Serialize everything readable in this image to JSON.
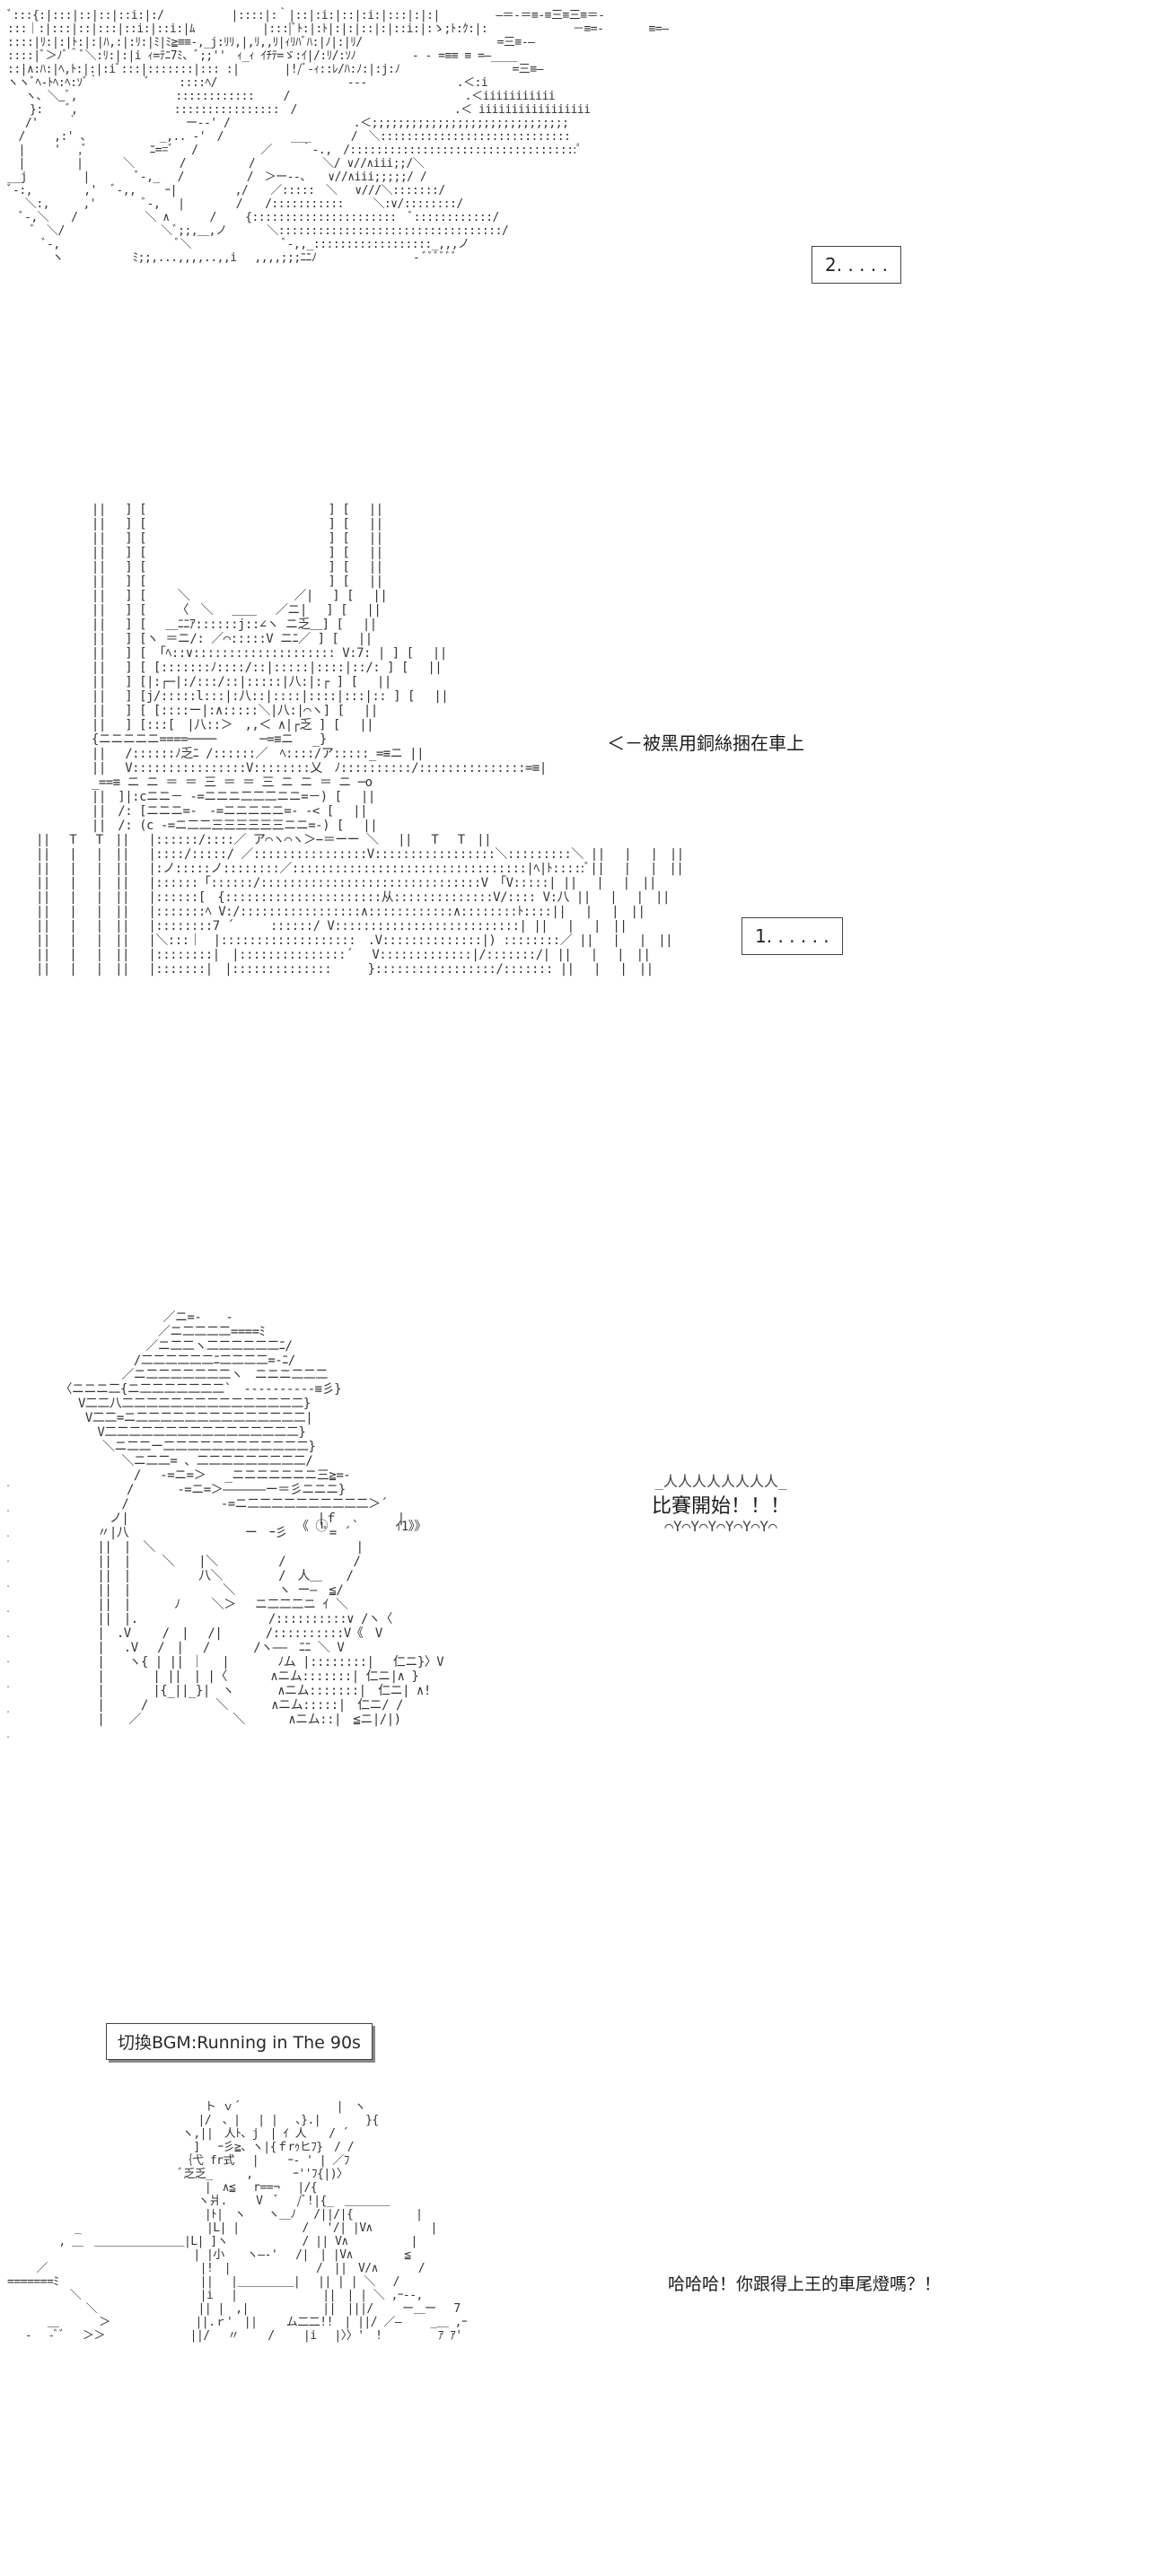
{
  "panel1": {
    "label": "2. . . . ."
  },
  "panel2": {
    "arrow_note": "＜－被黑用銅絲捆在車上",
    "label": "1. . . . . ."
  },
  "panel3": {
    "shout": "比賽開始！！！",
    "eyes": "《 ①　　`　　　ｲ1》》"
  },
  "bgm": {
    "label": "切換BGM:Running in The 90s"
  },
  "panel4": {
    "dialogue": "哈哈哈！你跟得上王的車尾燈嗎？！"
  }
}
